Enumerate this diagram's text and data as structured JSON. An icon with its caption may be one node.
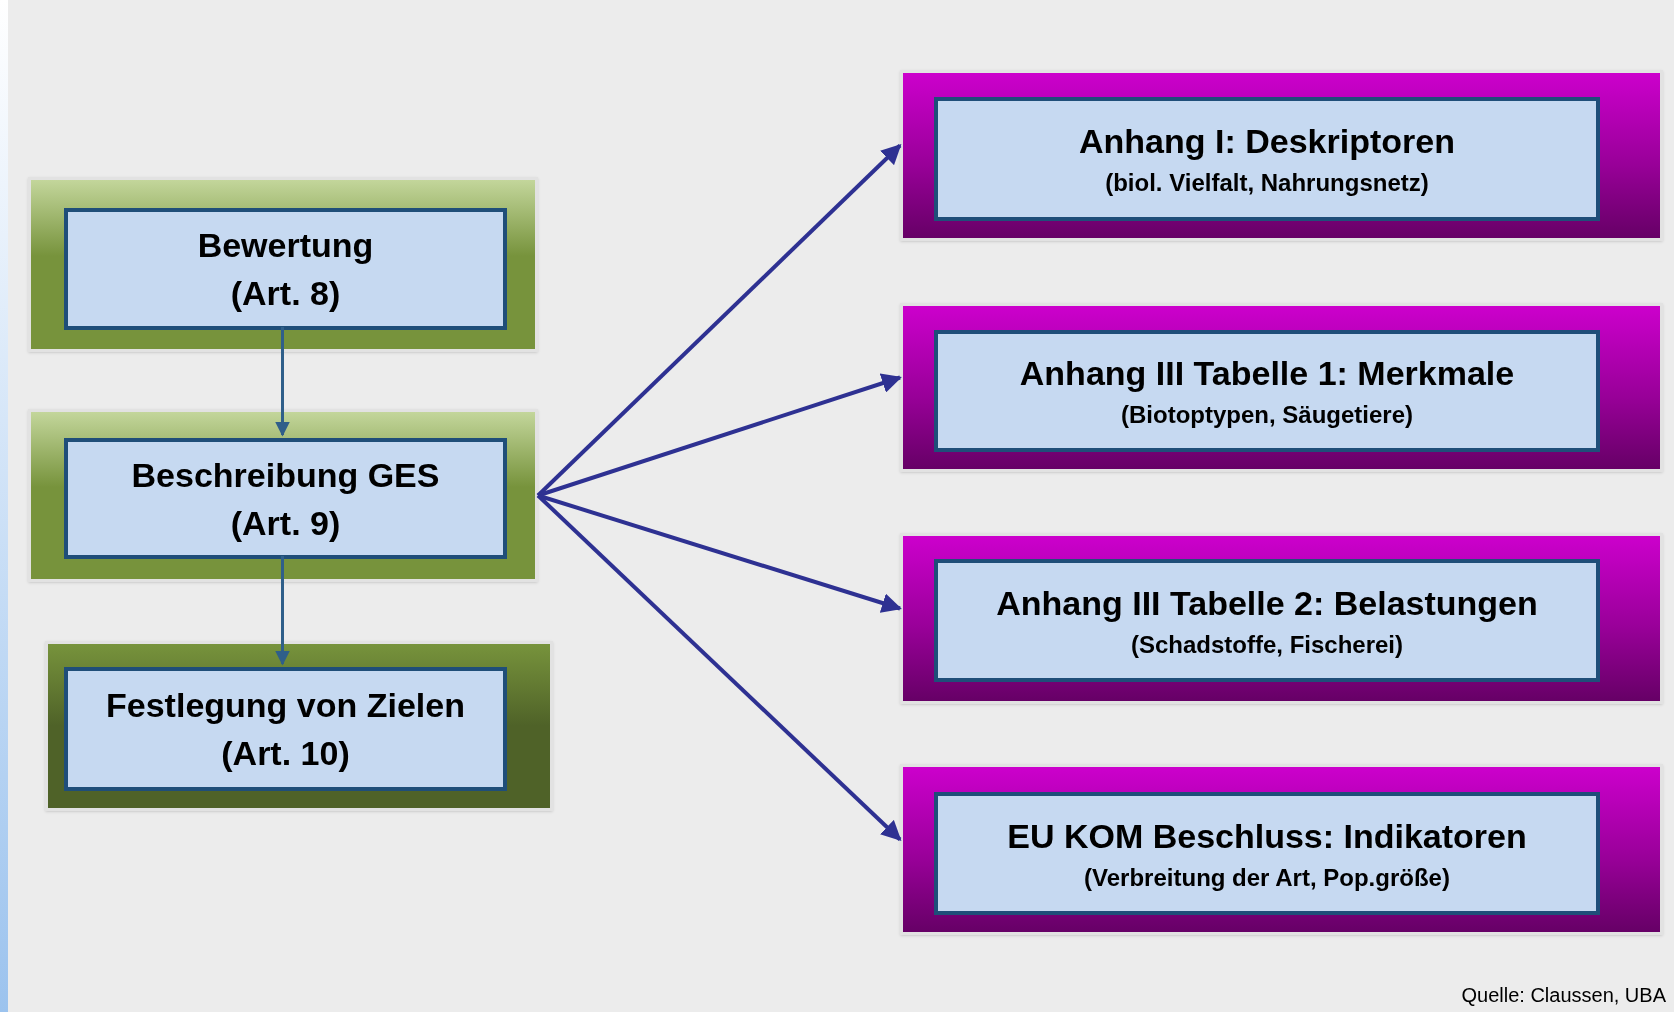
{
  "diagram": {
    "nodes": [
      {
        "text": [],
        "shape": "box"
      },
      {
        "text": [
          "Bewertung",
          "(Art. 8)"
        ],
        "in": 0
      },
      {
        "text": [],
        "shape": "box"
      },
      {
        "text": [
          "Beschreibung GES",
          "(Art. 9)"
        ],
        "in": 2
      },
      {
        "text": [],
        "shape": "box"
      },
      {
        "text": [
          "Festlegung von Zielen",
          "(Art. 10)"
        ],
        "in": 4
      },
      {
        "text": [],
        "shape": "box"
      },
      {
        "text": [
          "Anhang I: Deskriptoren",
          "(biol. Vielfalt, Nahrungsnetz)"
        ],
        "in": 6
      },
      {
        "text": [],
        "shape": "box"
      },
      {
        "text": [
          "Anhang III Tabelle 1: Merkmale",
          "(Biotoptypen, Säugetiere)"
        ],
        "in": 8
      },
      {
        "text": [],
        "shape": "box"
      },
      {
        "text": [
          "Anhang III Tabelle 2: Belastungen",
          "(Schadstoffe, Fischerei)"
        ],
        "in": 10
      },
      {
        "text": [],
        "shape": "box"
      },
      {
        "text": [
          "EU KOM Beschluss: Indikatoren",
          "(Verbreitung der Art, Pop.größe)"
        ],
        "in": 12
      }
    ],
    "edges": [
      {
        "from": 1,
        "to": 3,
        "arrow": "to",
        "color": "#2f5f8a"
      },
      {
        "from": 3,
        "to": 5,
        "arrow": "to",
        "color": "#2f5f8a"
      },
      {
        "from": 2,
        "to": 6,
        "arrow": "to"
      },
      {
        "from": 2,
        "to": 8,
        "arrow": "to"
      },
      {
        "from": 2,
        "to": 10,
        "arrow": "to"
      },
      {
        "from": 2,
        "to": 12,
        "arrow": "to"
      }
    ],
    "labels": [
      "Quelle: Claussen, UBA"
    ]
  }
}
